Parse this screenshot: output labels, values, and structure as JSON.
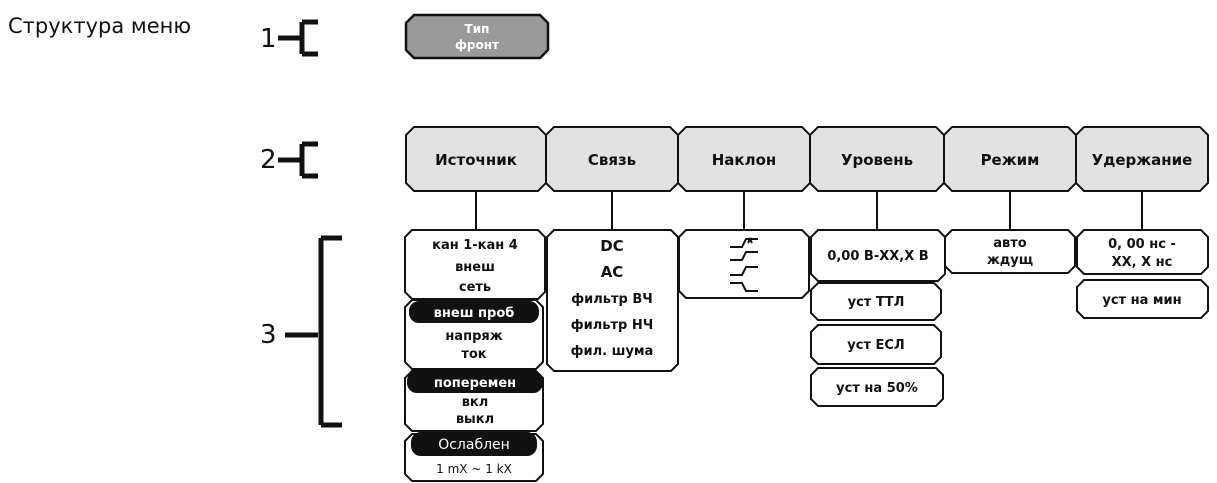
{
  "title": "Структура меню",
  "levels": {
    "l1": "1",
    "l2": "2",
    "l3": "3"
  },
  "top_button": {
    "line1": "Тип",
    "line2": "фронт"
  },
  "headers": {
    "source": "Источник",
    "coupling": "Связь",
    "slope": "Наклон",
    "level": "Уровень",
    "mode": "Режим",
    "holdoff": "Удержание"
  },
  "source_items": {
    "ch1": "кан 1-кан 4",
    "ext": "внеш",
    "line": "сеть",
    "ext_probe": "внеш проб",
    "voltage": "напряж",
    "current": "ток",
    "alternate": "поперемен",
    "on": "вкл",
    "off": "выкл",
    "atten": "Ослаблен",
    "atten_range": "1 mX ~ 1 kX"
  },
  "coupling_items": [
    "DC",
    "AC",
    "фильтр ВЧ",
    "фильтр НЧ",
    "фил. шума"
  ],
  "level_items": {
    "range": "0,00 В-XX,X В",
    "ttl": "уст ТТЛ",
    "ecl": "уст ЕСЛ",
    "fifty": "уст на 50%"
  },
  "mode_items": {
    "auto": "авто",
    "normal": "ждущ"
  },
  "holdoff_items": {
    "range1": "0, 00 нс -",
    "range2": "XX, X нс",
    "min": "уст на мин"
  },
  "icons": {
    "slope": "slope-rise-fall-icon",
    "brace": "brace-icon"
  }
}
